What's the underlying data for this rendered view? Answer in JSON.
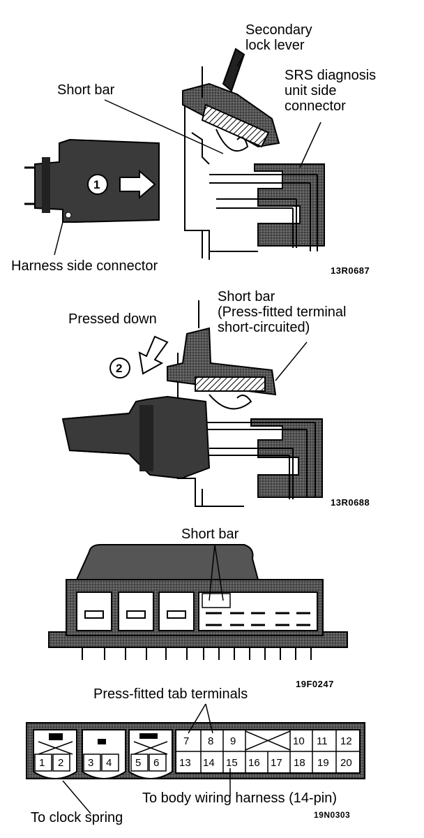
{
  "fig1": {
    "secondary_lock_lever": [
      "Secondary",
      "lock lever"
    ],
    "short_bar": "Short bar",
    "srs_unit": [
      "SRS diagnosis",
      "unit side",
      "connector"
    ],
    "harness_side": "Harness side connector",
    "step": "1",
    "code": "13R0687"
  },
  "fig2": {
    "pressed_down": "Pressed down",
    "short_bar": [
      "Short bar",
      "(Press-fitted terminal",
      "short-circuited)"
    ],
    "step": "2",
    "code": "13R0688"
  },
  "fig3": {
    "short_bar": "Short bar",
    "code": "19F0247"
  },
  "fig4": {
    "press_fitted": "Press-fitted tab terminals",
    "to_body": "To body wiring harness (14-pin)",
    "to_clock": "To clock spring",
    "code": "19N0303",
    "pins_left": [
      "1",
      "2",
      "3",
      "4",
      "5",
      "6"
    ],
    "pins_top": [
      "7",
      "8",
      "9",
      "10",
      "11",
      "12"
    ],
    "pins_bottom": [
      "13",
      "14",
      "15",
      "16",
      "17",
      "18",
      "19",
      "20"
    ]
  },
  "colors": {
    "ink": "#000000",
    "dark_fill": "#3a3a3a",
    "mid_fill": "#6a6a6a",
    "paper": "#ffffff"
  }
}
